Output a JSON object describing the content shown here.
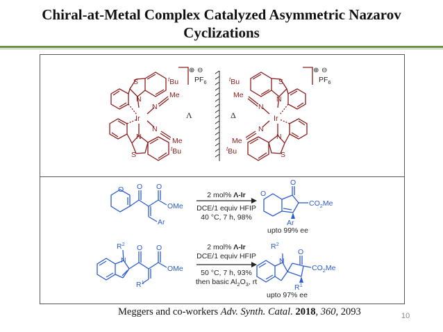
{
  "slide": {
    "title_line1": "Chiral-at-Metal Complex Catalyzed Asymmetric Nazarov",
    "title_line2": "Cyclizations",
    "page_number": "10"
  },
  "catalysts": {
    "left": {
      "metal": "Ir",
      "counterion": "PF",
      "counterion_sub": "6",
      "charge_plus": "⊕",
      "charge_minus": "⊖",
      "tBu_prefix": "t",
      "tBu_main": "Bu",
      "ligand_atom_S": "S",
      "ligand_atom_N": "N",
      "acetonitrile_N": "N",
      "acetonitrile_Me": "Me",
      "stereo_label": "Λ"
    },
    "right": {
      "metal": "Ir",
      "counterion": "PF",
      "counterion_sub": "6",
      "charge_plus": "⊕",
      "charge_minus": "⊖",
      "tBu_prefix": "t",
      "tBu_main": "Bu",
      "ligand_atom_S": "S",
      "ligand_atom_N": "N",
      "acetonitrile_N": "N",
      "acetonitrile_Me": "Me",
      "stereo_label": "Δ"
    }
  },
  "reaction1": {
    "substrate": {
      "O_ring": "O",
      "O_keto1": "O",
      "O_keto2": "O",
      "OMe": "OMe",
      "Ar": "Ar"
    },
    "cond_line1_pre": "2 mol% ",
    "cond_line1_cat": "Λ-Ir",
    "cond_line2": "DCE/1 equiv HFIP",
    "cond_line3": "40 °C, 7 h, 98%",
    "product": {
      "O_ring": "O",
      "O_keto": "O",
      "CO2Me": "CO",
      "CO2Me_sub": "2",
      "CO2Me_end": "Me",
      "Ar": "Ar"
    },
    "ee": "upto 99% ee"
  },
  "reaction2": {
    "substrate": {
      "R2_main": "R",
      "R2_sup": "2",
      "N": "N",
      "O_keto1": "O",
      "O_keto2": "O",
      "OMe": "OMe",
      "R1_main": "R",
      "R1_sup": "1"
    },
    "cond_line1_pre": "2 mol% ",
    "cond_line1_cat": "Λ-Ir",
    "cond_line2": "DCE/1 equiv HFIP",
    "cond_line3": "50 °C, 7 h, 93%",
    "cond_line4_pre": "then basic Al",
    "cond_line4_sub1": "2",
    "cond_line4_mid": "O",
    "cond_line4_sub2": "3",
    "cond_line4_end": ", rt",
    "product": {
      "R2_main": "R",
      "R2_sup": "2",
      "N": "N",
      "O_keto": "O",
      "CO2Me": "CO",
      "CO2Me_sub": "2",
      "CO2Me_end": "Me",
      "R1_main": "R",
      "R1_sup": "1"
    },
    "ee": "upto 97% ee"
  },
  "citation": {
    "authors": "Meggers and co-workers ",
    "journal": "Adv. Synth. Catal.",
    "year": "2018",
    "volume": "360",
    "pages": "2093"
  },
  "colors": {
    "catalyst_red": "#8b1a1a",
    "substrate_blue": "#2a5bd1",
    "rule_green": "#6f8f4a"
  }
}
